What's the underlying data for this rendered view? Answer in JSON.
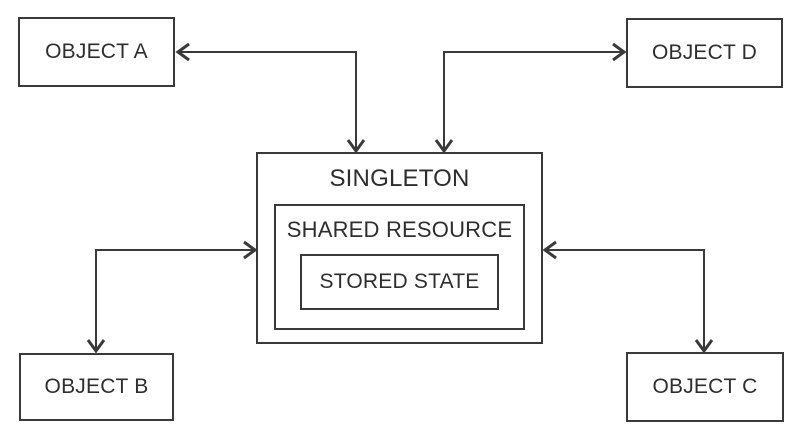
{
  "diagram": {
    "type": "singleton-pattern-diagram",
    "colors": {
      "background": "#ffffff",
      "stroke": "#3a3a3a",
      "text": "#2e2e2e"
    },
    "nodes": {
      "object_a": {
        "label": "OBJECT A"
      },
      "object_b": {
        "label": "OBJECT B"
      },
      "object_c": {
        "label": "OBJECT C"
      },
      "object_d": {
        "label": "OBJECT D"
      },
      "singleton": {
        "label": "SINGLETON"
      },
      "shared_resource": {
        "label": "SHARED RESOURCE"
      },
      "stored_state": {
        "label": "STORED STATE"
      }
    },
    "edges": [
      {
        "from": "object_a",
        "to": "singleton",
        "bidirectional": true,
        "style": "elbow"
      },
      {
        "from": "object_d",
        "to": "singleton",
        "bidirectional": true,
        "style": "elbow"
      },
      {
        "from": "object_b",
        "to": "singleton",
        "bidirectional": true,
        "style": "elbow"
      },
      {
        "from": "object_c",
        "to": "singleton",
        "bidirectional": true,
        "style": "elbow"
      }
    ]
  }
}
